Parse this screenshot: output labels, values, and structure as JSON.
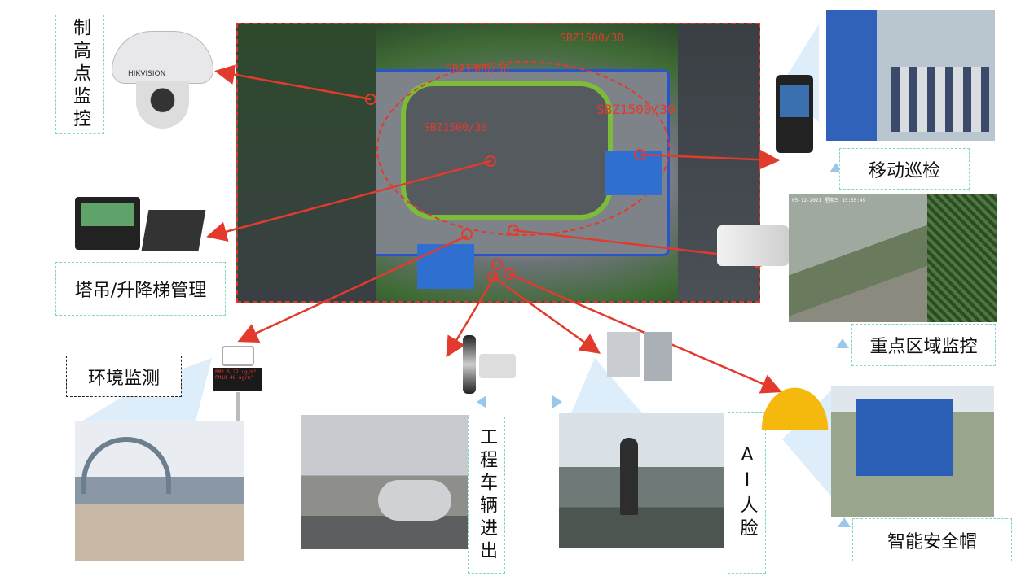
{
  "labels": {
    "high_point": "制高点监控",
    "tower_crane": "塔吊/升降梯管理",
    "environment": "环境监测",
    "vehicle": "工程车辆进出",
    "ai_face": "AI人脸",
    "helmet": "智能安全帽",
    "key_area": "重点区域监控",
    "mobile_patrol": "移动巡检"
  },
  "map": {
    "crane_tags": [
      "SBZ1500/30",
      "SBZ1500/30",
      "SBZ1500/30",
      "SBZ1500/30"
    ]
  },
  "camera_brand": "HIKVISION",
  "env_display": {
    "row1": "PM2.5  27  ug/m³",
    "row2": "PM10  48  ug/m³"
  },
  "key_area_timestamp": "05-12-2021 星期三 15:35:49",
  "colors": {
    "arrow": "#e23b2e",
    "label_border": "#7fd8c8"
  }
}
